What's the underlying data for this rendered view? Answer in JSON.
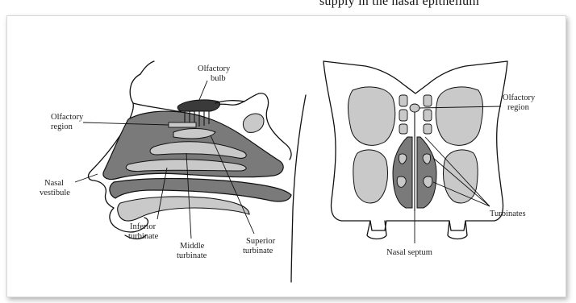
{
  "caption": "supply in the nasal epithelium",
  "sagittal": {
    "labels": {
      "olfactory_bulb_l1": "Olfactory",
      "olfactory_bulb_l2": "bulb",
      "olfactory_region_l1": "Olfactory",
      "olfactory_region_l2": "region",
      "nasal_vestibule_l1": "Nasal",
      "nasal_vestibule_l2": "vestibule",
      "inferior_turbinate_l1": "Inferior",
      "inferior_turbinate_l2": "turbinate",
      "middle_turbinate_l1": "Middle",
      "middle_turbinate_l2": "turbinate",
      "superior_turbinate_l1": "Superior",
      "superior_turbinate_l2": "turbinate"
    }
  },
  "coronal": {
    "labels": {
      "olfactory_region_l1": "Olfactory",
      "olfactory_region_l2": "region",
      "turbinates": "Turbinates",
      "nasal_septum": "Nasal septum"
    }
  },
  "colors": {
    "dark_fill": "#7a7a7a",
    "light_fill": "#c9c9c9",
    "bulb_fill": "#3a3a3a",
    "outline": "#111111"
  }
}
